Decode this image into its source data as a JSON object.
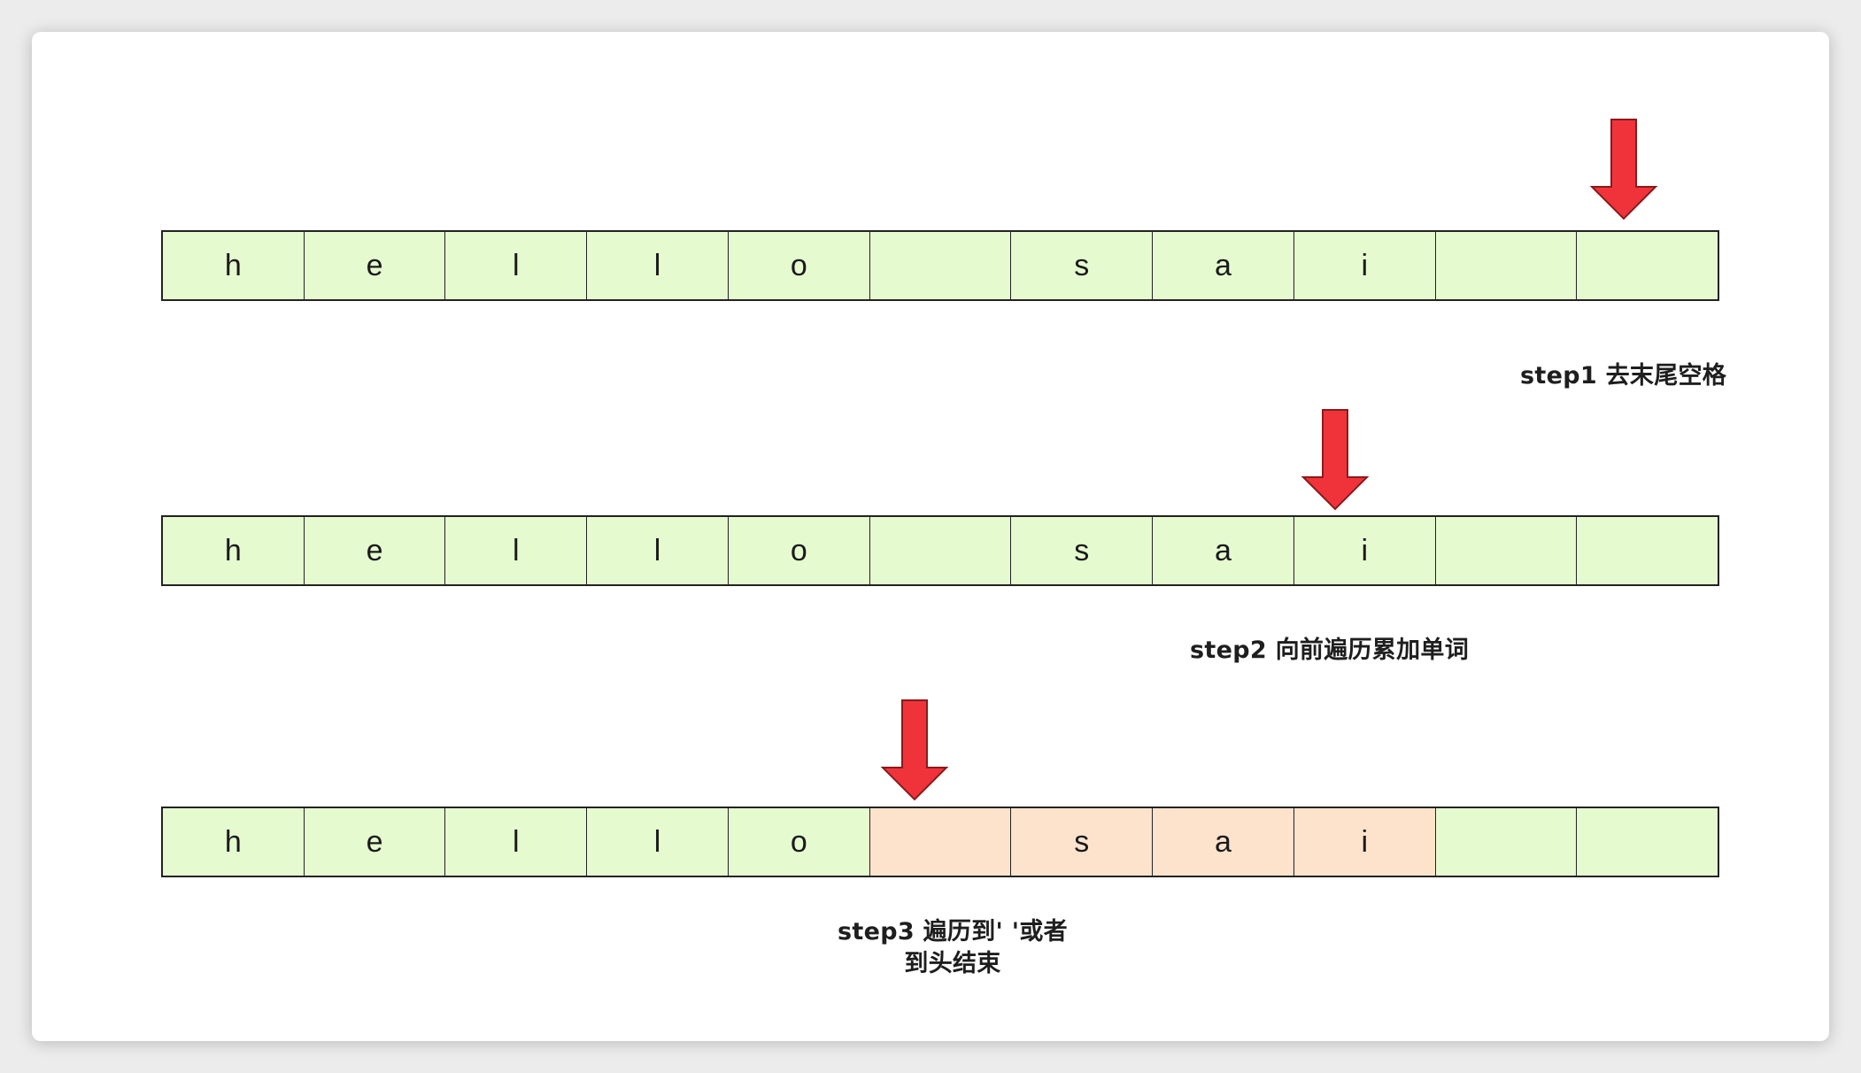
{
  "arrays": [
    {
      "cells": [
        "h",
        "e",
        "l",
        "l",
        "o",
        "",
        "s",
        "a",
        "i",
        "",
        ""
      ],
      "highlight": [],
      "pointer_index": 10,
      "caption_lines": [
        "step1 去末尾空格"
      ]
    },
    {
      "cells": [
        "h",
        "e",
        "l",
        "l",
        "o",
        "",
        "s",
        "a",
        "i",
        "",
        ""
      ],
      "highlight": [],
      "pointer_index": 8,
      "caption_lines": [
        "step2 向前遍历累加单词"
      ]
    },
    {
      "cells": [
        "h",
        "e",
        "l",
        "l",
        "o",
        "",
        "s",
        "a",
        "i",
        "",
        ""
      ],
      "highlight": [
        5,
        6,
        7,
        8
      ],
      "pointer_index": 5,
      "caption_lines": [
        "step3 遍历到' '或者",
        "到头结束"
      ]
    }
  ],
  "colors": {
    "cell_fill": "#e6fad0",
    "highlight_fill": "#fde3cc",
    "arrow_fill": "#f0333a",
    "arrow_stroke": "#8a1a1a",
    "border": "#222222"
  },
  "icons": {
    "pointer": "down-arrow-icon"
  }
}
